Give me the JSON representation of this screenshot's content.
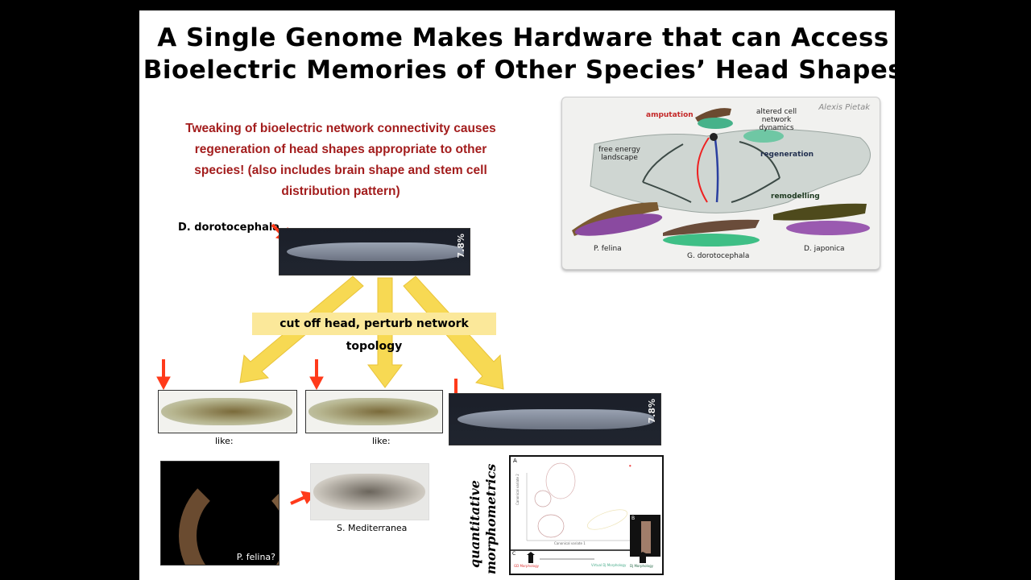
{
  "title": {
    "line1": "A Single Genome Makes Hardware that can Access",
    "line2": "Bioelectric Memories of Other Species’ Head Shapes"
  },
  "description": {
    "line1": "Tweaking of bioelectric network connectivity causes",
    "line2": "regeneration of head shapes appropriate to other",
    "line3": "species! (also includes brain shape and stem cell",
    "line4": "distribution pattern)"
  },
  "source_label": "D. dorotocephala",
  "scale_label": "7.8%",
  "banner": "cut off head, perturb network topology",
  "like_label": "like:",
  "comparisons": {
    "p_felina": "P. felina?",
    "s_mediterranea": "S. Mediterranea"
  },
  "morphometrics": {
    "line1": "quantitative",
    "line2": "morphometrics",
    "panel_a": "A",
    "panel_b": "B",
    "panel_c": "C",
    "xlabel": "Canonical variate 1",
    "ylabel": "Canonical variate 2",
    "c_left": "GD Morphology",
    "c_mid": "Virtual Dj Morphology",
    "c_right": "Dj Morphology"
  },
  "diagram": {
    "credit": "Alexis Pietak",
    "amputation": "amputation",
    "altered": "altered cell network dynamics",
    "landscape": "free energy landscape",
    "regeneration": "regeneration",
    "remodelling": "remodelling",
    "species1": "P. felina",
    "species2": "G. dorotocephala",
    "species3": "D. japonica"
  },
  "colors": {
    "accent_red": "#a31d1d",
    "banner": "#fbe89a",
    "arrow_yellow": "#f7d84a",
    "marker_red": "#ff3a1a"
  }
}
